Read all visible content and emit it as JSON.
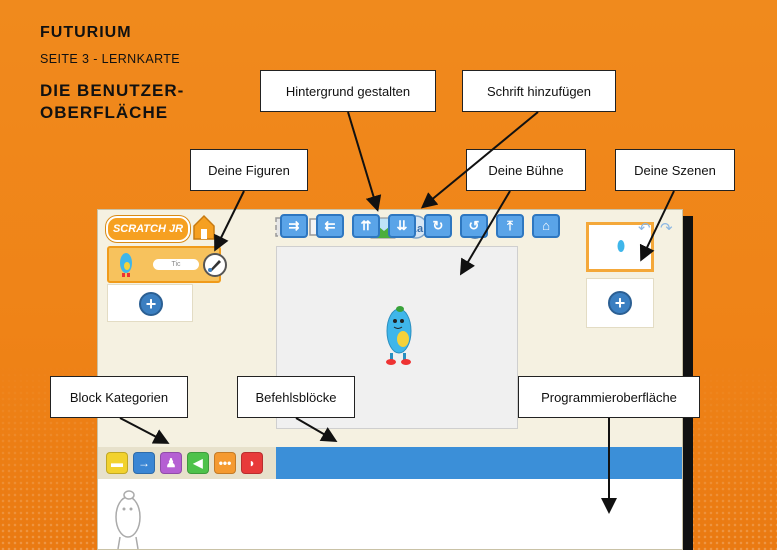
{
  "header": {
    "brand": "FUTURIUM",
    "subtitle": "SEITE 3 - LERNKARTE",
    "heading_line1": "DIE BENUTZER-",
    "heading_line2": "OBERFLÄCHE"
  },
  "callouts": {
    "hintergrund": "Hintergrund gestalten",
    "schrift": "Schrift hinzufügen",
    "figuren": "Deine Figuren",
    "buehne": "Deine Bühne",
    "szenen": "Deine Szenen",
    "kategorien": "Block Kategorien",
    "befehle": "Befehlsblöcke",
    "programmier": "Programmieroberfläche"
  },
  "app": {
    "logo_text": "SCRATCH JR",
    "sprite_name": "Tic",
    "block_categories": [
      {
        "name": "triggering",
        "color": "#f2d22e",
        "icon": "flag"
      },
      {
        "name": "motion",
        "color": "#3a86d4",
        "icon": "arrow-right"
      },
      {
        "name": "looks",
        "color": "#b55fd3",
        "icon": "person"
      },
      {
        "name": "sound",
        "color": "#4ec24b",
        "icon": "speaker"
      },
      {
        "name": "control",
        "color": "#f59a30",
        "icon": "dots"
      },
      {
        "name": "end",
        "color": "#e83a3a",
        "icon": "end-cap"
      }
    ],
    "motion_blocks": [
      "move-right",
      "move-left",
      "move-up",
      "move-down",
      "turn-right",
      "turn-left",
      "hop",
      "go-home"
    ]
  }
}
